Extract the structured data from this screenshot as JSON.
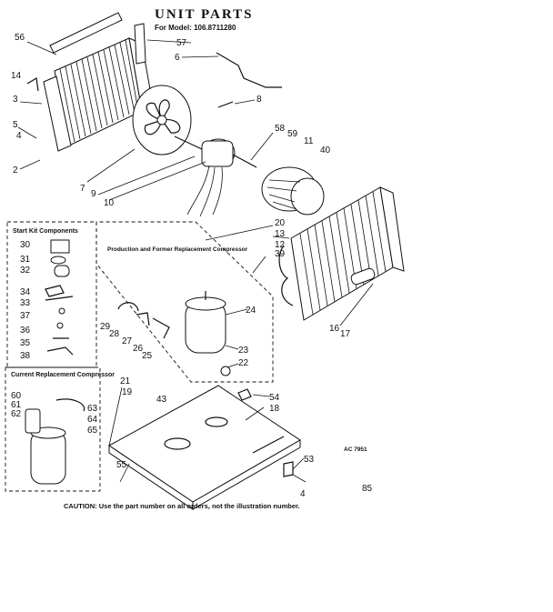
{
  "title": "UNIT PARTS",
  "model_line": "For Model: 106.8711280",
  "start_kit_heading": "Start Kit Components",
  "current_compressor_heading": "Current Replacement Compressor",
  "production_note": "Production and Former Replacement Compressor",
  "caution": "CAUTION: Use the part number on all orders, not the illustration number.",
  "code": "AC 7951",
  "page_ref": "85",
  "part_numbers": [
    "56",
    "57",
    "6",
    "14",
    "3",
    "8",
    "5",
    "4",
    "2",
    "7",
    "9",
    "10",
    "58",
    "59",
    "11",
    "40",
    "20",
    "13",
    "12",
    "39",
    "30",
    "31",
    "32",
    "34",
    "33",
    "37",
    "36",
    "35",
    "38",
    "29",
    "28",
    "27",
    "26",
    "25",
    "24",
    "23",
    "22",
    "16",
    "17",
    "21",
    "19",
    "43",
    "54",
    "18",
    "60",
    "61",
    "62",
    "63",
    "64",
    "65",
    "55",
    "53",
    "4"
  ]
}
